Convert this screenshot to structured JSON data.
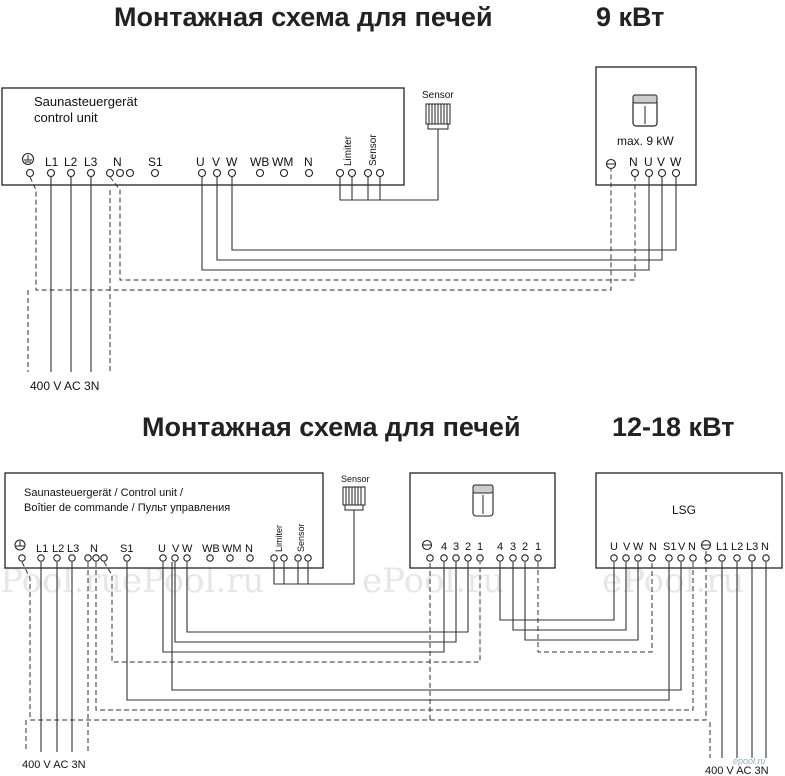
{
  "top": {
    "title_main": "Монтажная схема для печей",
    "title_power": "9 кВт",
    "control_line1": "Saunasteuergerät",
    "control_line2": "control unit",
    "sensor": "Sensor",
    "heater_label": "max. 9 kW",
    "supply": "400 V AC 3N",
    "terms": [
      "L1",
      "L2",
      "L3",
      "N",
      "S1",
      "U",
      "V",
      "W",
      "WB",
      "WM",
      "N",
      "Limiter",
      "Sensor"
    ],
    "heater_terms": [
      "N",
      "U",
      "V",
      "W"
    ]
  },
  "bottom": {
    "title_main": "Монтажная схема для печей",
    "title_power": "12-18 кВт",
    "control_line1": "Saunasteuergerät / Control unit /",
    "control_line2": "Boîtier de commande / Пульт управления",
    "sensor": "Sensor",
    "lsg": "LSG",
    "supply_left": "400 V AC 3N",
    "supply_right": "400 V AC 3N",
    "terms": [
      "L1",
      "L2",
      "L3",
      "N",
      "S1",
      "U",
      "V",
      "W",
      "WB",
      "WM",
      "N",
      "Limiter",
      "Sensor"
    ],
    "heater_terms": [
      "4",
      "3",
      "2",
      "1",
      "4",
      "3",
      "2",
      "1"
    ],
    "lsg_terms": [
      "U",
      "V",
      "W",
      "N",
      "S1",
      "V",
      "N",
      "L1",
      "L2",
      "L3",
      "N"
    ]
  },
  "watermark": "ePool.ru",
  "corner_mark": "epool.ru"
}
